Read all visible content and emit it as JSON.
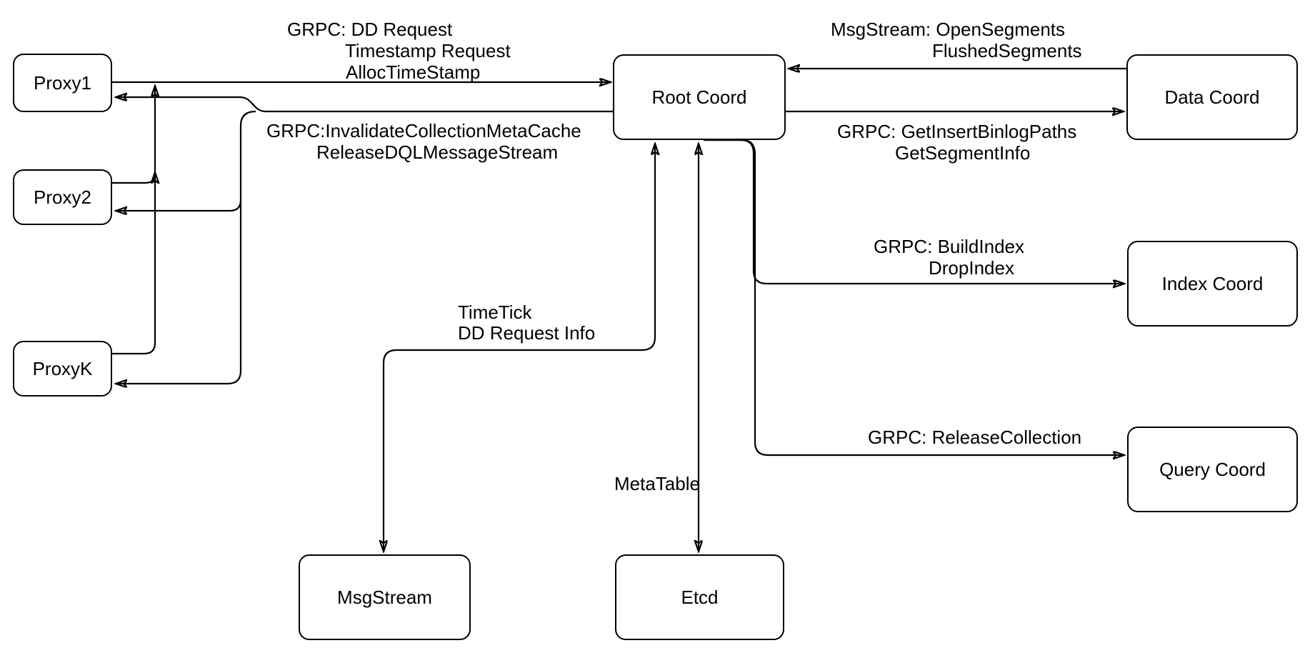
{
  "canvas": {
    "background_color": "#ffffff",
    "stroke_color": "#000000",
    "text_color": "#000000"
  },
  "nodes": {
    "proxy1": {
      "label": "Proxy1"
    },
    "proxy2": {
      "label": "Proxy2"
    },
    "proxyk": {
      "label": "ProxyK"
    },
    "root_coord": {
      "label": "Root Coord"
    },
    "data_coord": {
      "label": "Data Coord"
    },
    "index_coord": {
      "label": "Index Coord"
    },
    "query_coord": {
      "label": "Query Coord"
    },
    "msgstream": {
      "label": "MsgStream"
    },
    "etcd": {
      "label": "Etcd"
    }
  },
  "edge_labels": {
    "proxy_to_root": {
      "lines": [
        "GRPC: DD Request",
        "Timestamp Request",
        "AllocTimeStamp"
      ]
    },
    "root_to_proxy": {
      "lines": [
        "GRPC:InvalidateCollectionMetaCache",
        "ReleaseDQLMessageStream"
      ]
    },
    "data_to_root": {
      "lines": [
        "MsgStream: OpenSegments",
        "FlushedSegments"
      ]
    },
    "root_to_data": {
      "lines": [
        "GRPC: GetInsertBinlogPaths",
        "GetSegmentInfo"
      ]
    },
    "root_to_index": {
      "lines": [
        "GRPC: BuildIndex",
        "DropIndex"
      ]
    },
    "root_to_query": {
      "lines": [
        "GRPC: ReleaseCollection"
      ]
    },
    "root_to_msgstream": {
      "lines": [
        "TimeTick",
        "DD Request Info"
      ]
    },
    "root_to_etcd": {
      "lines": [
        "MetaTable"
      ]
    }
  },
  "edges": [
    {
      "name": "proxies-to-root-request",
      "from": "Proxy1/Proxy2/ProxyK",
      "to": "Root Coord",
      "direction": "one-way",
      "label": "GRPC: DD Request, Timestamp Request, AllocTimeStamp"
    },
    {
      "name": "root-to-proxies-invalidate",
      "from": "Root Coord",
      "to": "Proxy1/Proxy2/ProxyK",
      "direction": "one-way",
      "label": "GRPC:InvalidateCollectionMetaCache, ReleaseDQLMessageStream"
    },
    {
      "name": "data-to-root-segments",
      "from": "Data Coord",
      "to": "Root Coord",
      "direction": "one-way",
      "label": "MsgStream: OpenSegments, FlushedSegments"
    },
    {
      "name": "root-to-data-binlog",
      "from": "Root Coord",
      "to": "Data Coord",
      "direction": "one-way",
      "label": "GRPC: GetInsertBinlogPaths, GetSegmentInfo"
    },
    {
      "name": "root-to-index-build",
      "from": "Root Coord",
      "to": "Index Coord",
      "direction": "one-way",
      "label": "GRPC: BuildIndex, DropIndex"
    },
    {
      "name": "root-to-query-release",
      "from": "Root Coord",
      "to": "Query Coord",
      "direction": "one-way",
      "label": "GRPC: ReleaseCollection"
    },
    {
      "name": "root-msgstream-timetick",
      "from": "Root Coord",
      "to": "MsgStream",
      "direction": "two-way",
      "label": "TimeTick, DD Request Info"
    },
    {
      "name": "root-etcd-metatable",
      "from": "Root Coord",
      "to": "Etcd",
      "direction": "two-way",
      "label": "MetaTable"
    }
  ]
}
